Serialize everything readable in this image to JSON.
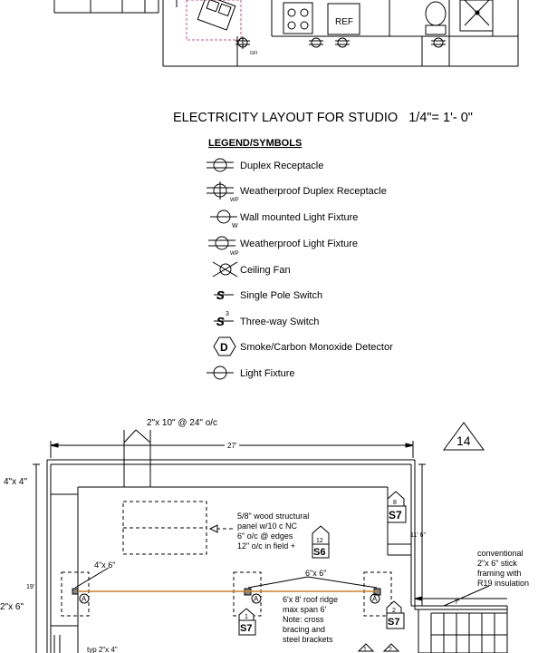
{
  "top_plan": {
    "ref_label": "REF",
    "gfi_label": "GFI"
  },
  "title": "ELECTRICITY LAYOUT FOR STUDIO   1/4\"= 1'- 0\"",
  "legend": {
    "heading": "LEGEND/SYMBOLS",
    "items": [
      {
        "label": "Duplex Receptacle",
        "icon": "duplex-receptacle-icon"
      },
      {
        "label": "Weatherproof Duplex Receptacle",
        "icon": "weatherproof-duplex-receptacle-icon",
        "sub": "WP"
      },
      {
        "label": "Wall mounted Light Fixture",
        "icon": "wall-light-fixture-icon",
        "sub": "W"
      },
      {
        "label": "Weatherproof Light Fixture",
        "icon": "weatherproof-light-fixture-icon",
        "sub": "WP"
      },
      {
        "label": "Ceiling Fan",
        "icon": "ceiling-fan-icon"
      },
      {
        "label": "Single Pole Switch",
        "icon": "single-pole-switch-icon"
      },
      {
        "label": "Three-way Switch",
        "icon": "three-way-switch-icon"
      },
      {
        "label": "Smoke/Carbon Monoxide Detector",
        "icon": "smoke-detector-icon",
        "glyph": "D"
      },
      {
        "label": "Light Fixture",
        "icon": "light-fixture-icon"
      }
    ]
  },
  "framing": {
    "sheet_number": "14",
    "joist_note": "2\"x 10\" @ 24\" o/c",
    "overall_dim": "27'",
    "post_note": "4\"x 4\"",
    "right_dim": "11' 6\"",
    "left_dim": "19'",
    "side_dim": "7'",
    "post_note_2": "4\"x 6\"",
    "beam_note": "6\"x 6\"",
    "left_lumber": "2\"x 6\"",
    "panel_note": [
      "5/8\" wood structural",
      "panel w/10 c NC",
      "6\" o/c @ edges",
      "12\" o/c in field +"
    ],
    "ridge_note": [
      "6'x 8' roof ridge",
      "max span 6'",
      "Note: cross",
      "bracing and",
      "steel brackets"
    ],
    "conv_note": [
      "conventional",
      "2\"x 6\" stick",
      "framing with",
      "R19 insulation"
    ],
    "bottom_note": "typ 2\"x 4\"",
    "anchor_letter": "A",
    "tags": {
      "s6_top": "12",
      "s6_bottom": "S6",
      "s7a_top": "8",
      "s7a_bottom": "S7",
      "s7b_top": "1",
      "s7b_bottom": "S7",
      "s7c_top": "2",
      "s7c_bottom": "S7",
      "small_1": "1",
      "small_2": "2"
    }
  }
}
